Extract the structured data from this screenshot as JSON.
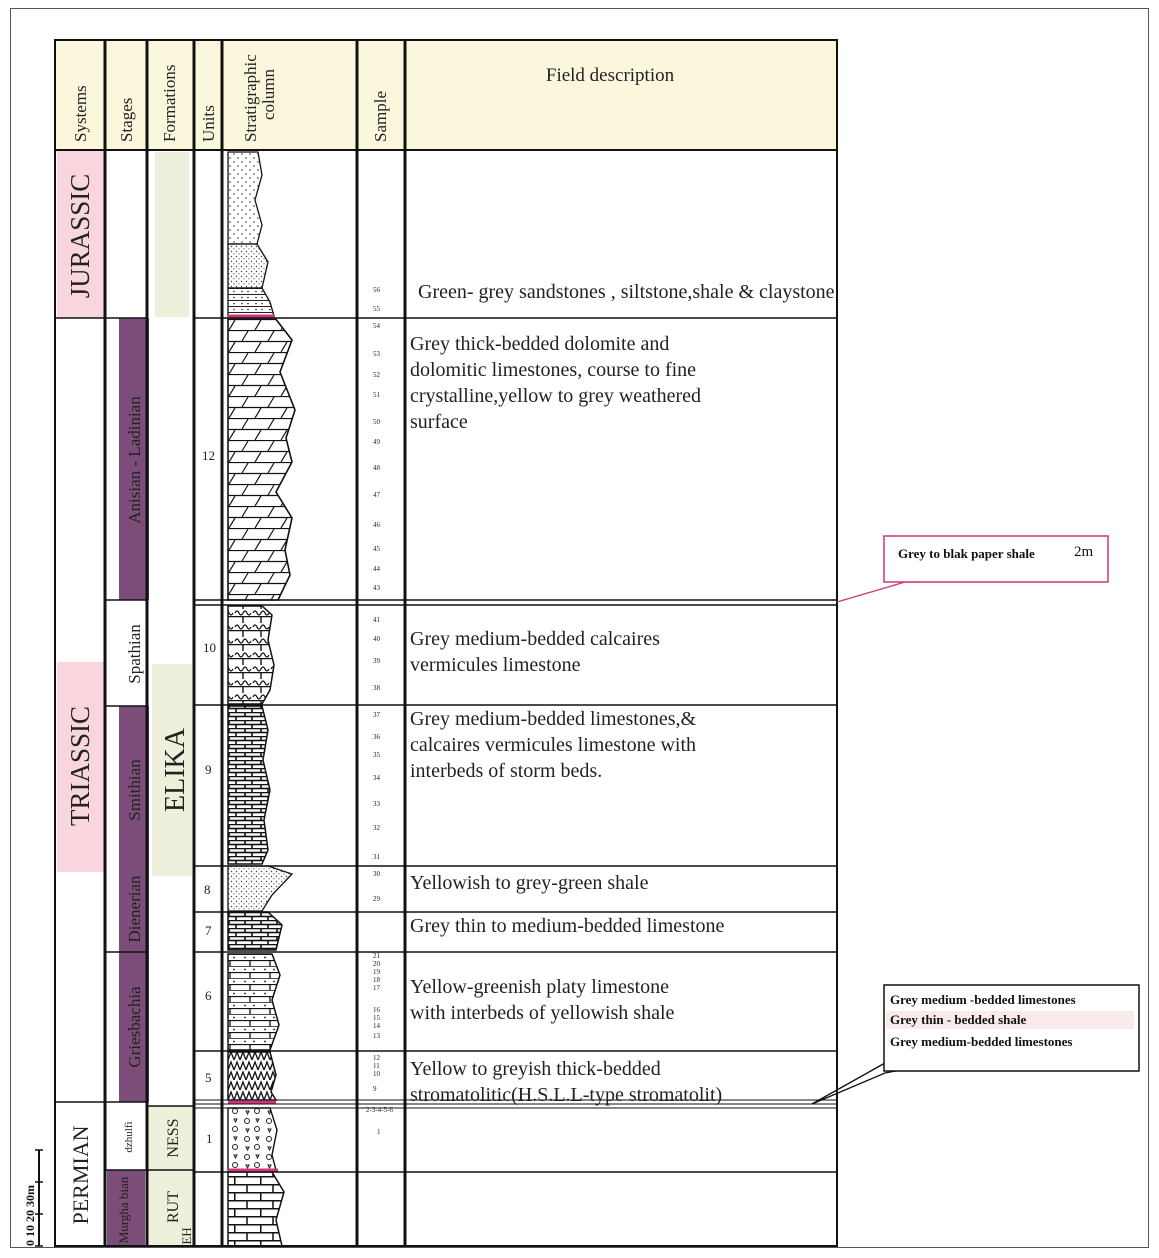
{
  "headers": {
    "systems": "Systems",
    "stages": "Stages",
    "formations": "Formations",
    "units": "Units",
    "strat_line1": "Stratigraphic",
    "strat_line2": "column",
    "sample": "Sample",
    "field": "Field description"
  },
  "systems": [
    {
      "label": "JURASSIC",
      "fill": "#f9d6de"
    },
    {
      "label": "TRIASSIC",
      "fill": "#f9d6de"
    },
    {
      "label": "PERMIAN",
      "fill": "#f9d6de"
    }
  ],
  "stages": [
    "Anisian - Ladinian",
    "Spathian",
    "Smithian",
    "Dienerian",
    "Griesbachia",
    "dzhulfi",
    "Murgha bian"
  ],
  "formations": [
    "ELIKA",
    "NESS",
    "RUT",
    "EH"
  ],
  "units": [
    "12",
    "10",
    "9",
    "8",
    "7",
    "6",
    "5",
    "1"
  ],
  "samples": [
    "56",
    "55",
    "54",
    "53",
    "52",
    "51",
    "50",
    "49",
    "48",
    "47",
    "46",
    "45",
    "44",
    "43",
    "41",
    "40",
    "39",
    "38",
    "37",
    "36",
    "35",
    "34",
    "33",
    "32",
    "31",
    "30",
    "29",
    "21",
    "20",
    "19",
    "18",
    "17",
    "16",
    "15",
    "14",
    "13",
    "12",
    "11",
    "10",
    "9",
    "2-3-4-5-6",
    "1"
  ],
  "descriptions": [
    [
      "Green- grey sandstones , siltstone,shale & claystone"
    ],
    [
      "Grey thick-bedded dolomite and",
      "dolomitic limestones, course  to fine",
      "crystalline,yellow to grey weathered",
      "surface"
    ],
    [
      "Grey medium-bedded calcaires",
      "vermicules limestone"
    ],
    [
      "Grey medium-bedded  limestones,&",
      "calcaires vermicules limestone with",
      "interbeds of storm beds."
    ],
    [
      "Yellowish to grey-green shale"
    ],
    [
      "Grey thin to medium-bedded limestone"
    ],
    [
      "Yellow-greenish platy limestone",
      "with interbeds of yellowish shale"
    ],
    [
      "Yellow to greyish thick-bedded",
      "stromatolitic(H.S.L.L-type stromatolit)"
    ]
  ],
  "callout1": {
    "text": "Grey to blak paper shale",
    "thickness": "2m"
  },
  "callout2": {
    "line1": "Grey medium -bedded limestones",
    "line2": "Grey thin - bedded shale",
    "line3": "Grey medium-bedded limestones"
  },
  "scale": {
    "label": "0  10 20 30m"
  },
  "colors": {
    "header_fill": "#fbf7dc",
    "system_fill": "#f9d6de",
    "stage_fill": "#7c4d78",
    "formation_fill": "#eef0db",
    "boundary": "#d0357a"
  }
}
